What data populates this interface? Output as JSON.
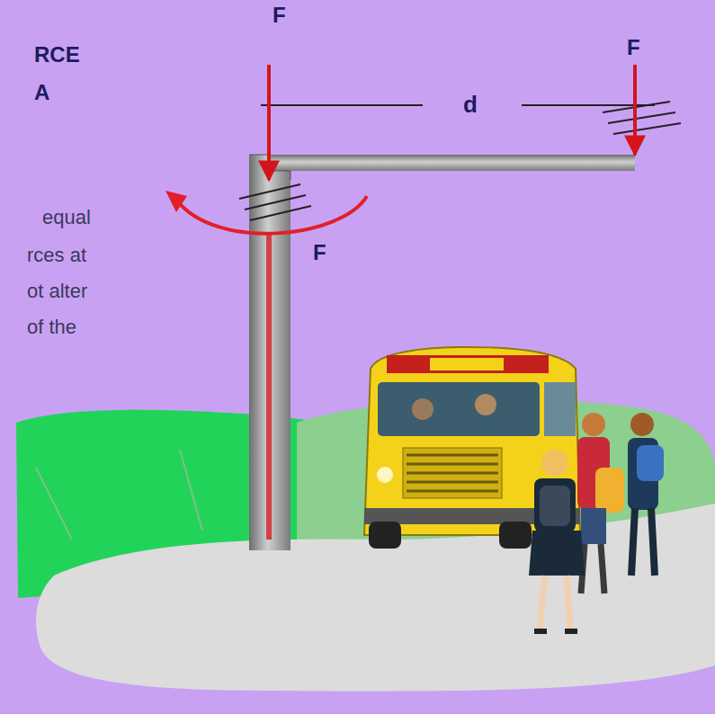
{
  "diagram": {
    "labels": [
      "F",
      "F",
      "RCE",
      "A",
      "d",
      "equal",
      "F",
      "rces at",
      "ot alter",
      "of the"
    ]
  }
}
